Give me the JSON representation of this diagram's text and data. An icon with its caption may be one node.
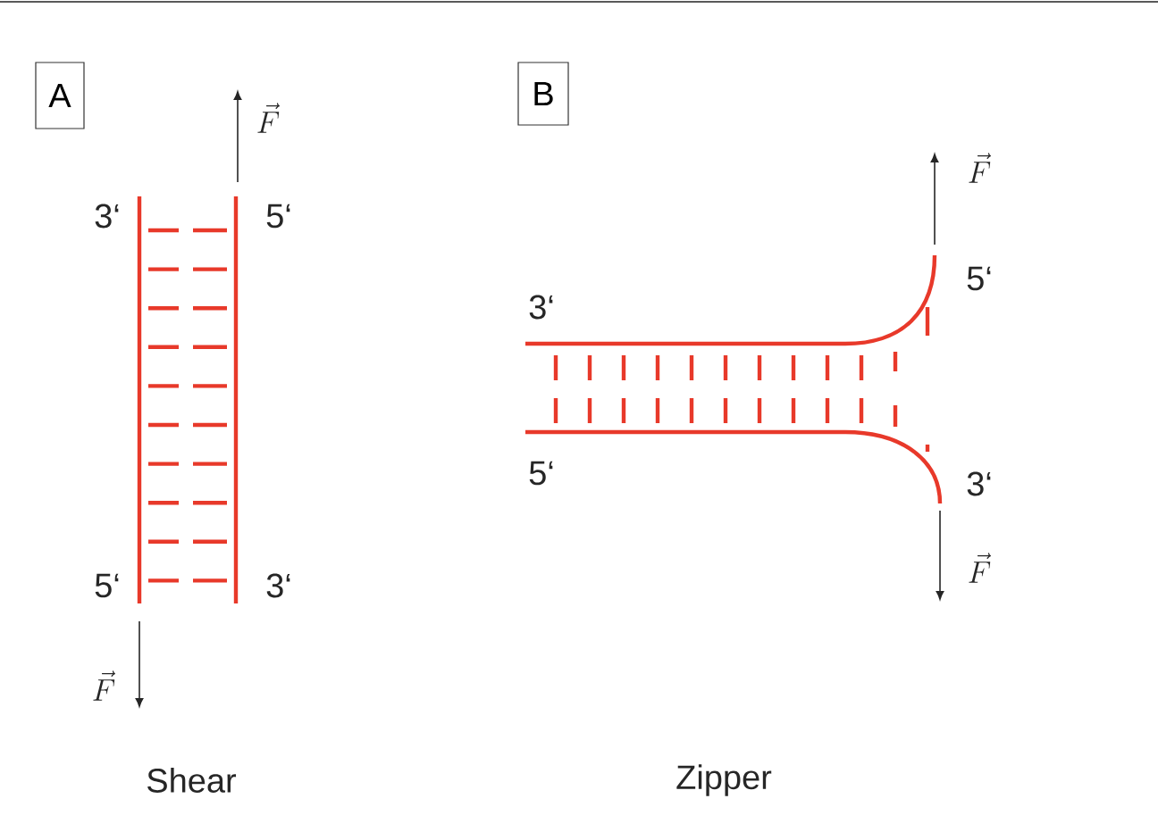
{
  "diagram": {
    "nodes": [
      {
        "text": [
          "A"
        ]
      },
      {
        "text": [
          "B"
        ]
      }
    ],
    "labels": [
      "\\vec{F}",
      "3‘",
      "5‘",
      "5‘",
      "3‘",
      "\\vec{F}",
      "Shear",
      "\\vec{F}",
      "5‘",
      "3‘",
      "5‘",
      "3‘",
      "\\vec{F}",
      "Zipper"
    ]
  }
}
